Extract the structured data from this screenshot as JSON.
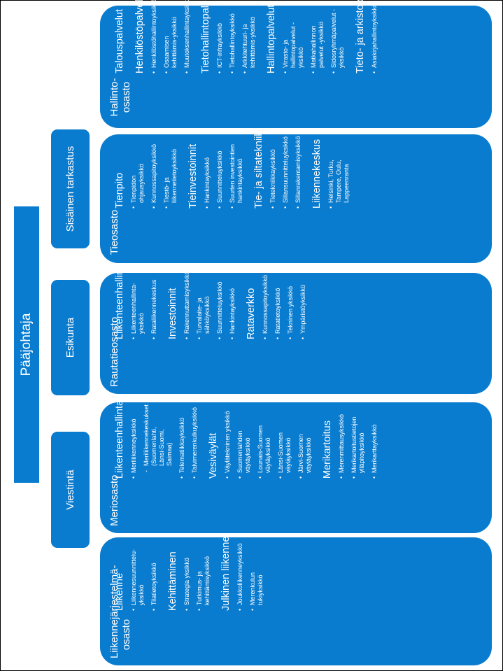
{
  "top": {
    "director": "Pääjohtaja",
    "units": [
      {
        "label": "Sisäinen tarkastus"
      },
      {
        "label": "Esikunta"
      },
      {
        "label": "Viestintä"
      }
    ]
  },
  "departments": [
    {
      "title": "Liikennejärjestelmä-osasto",
      "sections": [
        {
          "heading": "Liikenne",
          "items": [
            {
              "text": "Liikennesuunnittelu-yksikkö"
            },
            {
              "text": "Tilatietoyksikkö"
            }
          ]
        },
        {
          "heading": "Kehittäminen",
          "items": [
            {
              "text": "Strategia yksikkö"
            },
            {
              "text": "Tutkimus- ja kehittämisyksikkö"
            }
          ]
        },
        {
          "heading": "Julkinen liikenne",
          "items": [
            {
              "text": "Joukkoliikenneyksikkö"
            },
            {
              "text": "Merenkulun tukiyksikkö"
            }
          ]
        }
      ]
    },
    {
      "title": "Meriosasto",
      "sections": [
        {
          "heading": "Liikenteenhallinta",
          "items": [
            {
              "text": "Meriliikenneyksikkö"
            },
            {
              "text": "Meriliikennekeskukset (Suomenlahti, Länsi-Suomi, Saimaa)",
              "sub": true
            },
            {
              "text": "Telematiikkayksikkö"
            },
            {
              "text": "Talvimerenkulkuyksikkö"
            }
          ]
        },
        {
          "heading": "Vesiväylät",
          "items": [
            {
              "text": "Väylätekninen yksikkö"
            },
            {
              "text": "Suomenlahden väyläyksikkö"
            },
            {
              "text": "Lounais-Suomen väyläyksikkö"
            },
            {
              "text": "Länsi-Suomen väyläyksikkö"
            },
            {
              "text": "Järvi-Suomen väyläyksikkö"
            }
          ]
        },
        {
          "heading": "Merikartoitus",
          "items": [
            {
              "text": "Merenmittausyksikkö"
            },
            {
              "text": "Merikartoitustietojen ylläpitoyksikkö"
            },
            {
              "text": "Merikarttayksikkö"
            }
          ]
        }
      ]
    },
    {
      "title": "Rautatieosasto",
      "sections": [
        {
          "heading": "Liikenteenhallinta",
          "items": [
            {
              "text": "Liikenteenhallinta-yksikkö"
            },
            {
              "text": "Rataliikennekeskus"
            }
          ]
        },
        {
          "heading": "Investoinnit",
          "items": [
            {
              "text": "Rakennuttamisyksikkö"
            },
            {
              "text": "Turvalaite- ja sähköyksikkö"
            },
            {
              "text": "Suunnitteluyksikkö"
            },
            {
              "text": "Hankintayksikkö"
            }
          ]
        },
        {
          "heading": "Rataverkko",
          "items": [
            {
              "text": "Kunnossapitoyksikkö"
            },
            {
              "text": "Ratatietoyksikkö"
            },
            {
              "text": "Tekninen yksikkö"
            },
            {
              "text": "Ympäristöyksikkö"
            }
          ]
        }
      ]
    },
    {
      "title": "Tieosasto",
      "sections": [
        {
          "heading": "Tienpito",
          "items": [
            {
              "text": "Tienpidon ohjausyksikkö"
            },
            {
              "text": "Kunnossapitoyksikkö"
            },
            {
              "text": "Tiestö- ja liikennetietoyksikkö"
            }
          ]
        },
        {
          "heading": "Tieinvestoinnit",
          "items": [
            {
              "text": "Hankintayksikkö"
            },
            {
              "text": "Suunnitteluyksikkö"
            },
            {
              "text": "Suurten investointien hankintayksikkö"
            }
          ]
        },
        {
          "heading": "Tie- ja siltatekniikka",
          "items": [
            {
              "text": "Tietekniikkayksikkö"
            },
            {
              "text": "Sillansuunnitteluyksikkö"
            },
            {
              "text": "Sillanrakentamisyksikkö"
            }
          ]
        },
        {
          "heading": "Liikennekeskus",
          "items": [
            {
              "text": "Helsinki, Turku, Tampere, Oulu, Lappeenranta"
            }
          ]
        }
      ]
    },
    {
      "title": "Hallinto-osasto",
      "sections": [
        {
          "heading": "Talouspalvelut",
          "items": []
        },
        {
          "heading": "Henkilöstöpalvelut",
          "items": [
            {
              "text": "Henkilöstöhallintoyksikkö"
            },
            {
              "text": "Osaamisen kehittämis-yksikkö"
            },
            {
              "text": "Muutoksenhallintayksikkö"
            }
          ]
        },
        {
          "heading": "Tietohallintopalvelut",
          "items": [
            {
              "text": "ICT-infrayksikkö"
            },
            {
              "text": "Tietohallintoyksikkö"
            },
            {
              "text": "Arkkitehtuuri- ja kehittämis-yksikkö"
            }
          ]
        },
        {
          "heading": "Hallintopalvelut",
          "items": [
            {
              "text": "Virasto- ja hallintopalvelut -yksikkö"
            },
            {
              "text": "Matkahallinnon palvelut -yksikkö"
            },
            {
              "text": "Sidosryhmäpalvelut -yksikkö"
            }
          ]
        },
        {
          "heading": "Tieto- ja arkistopalvelut",
          "items": [
            {
              "text": "Asiakirjahallintoyksikkö"
            }
          ]
        }
      ]
    }
  ]
}
